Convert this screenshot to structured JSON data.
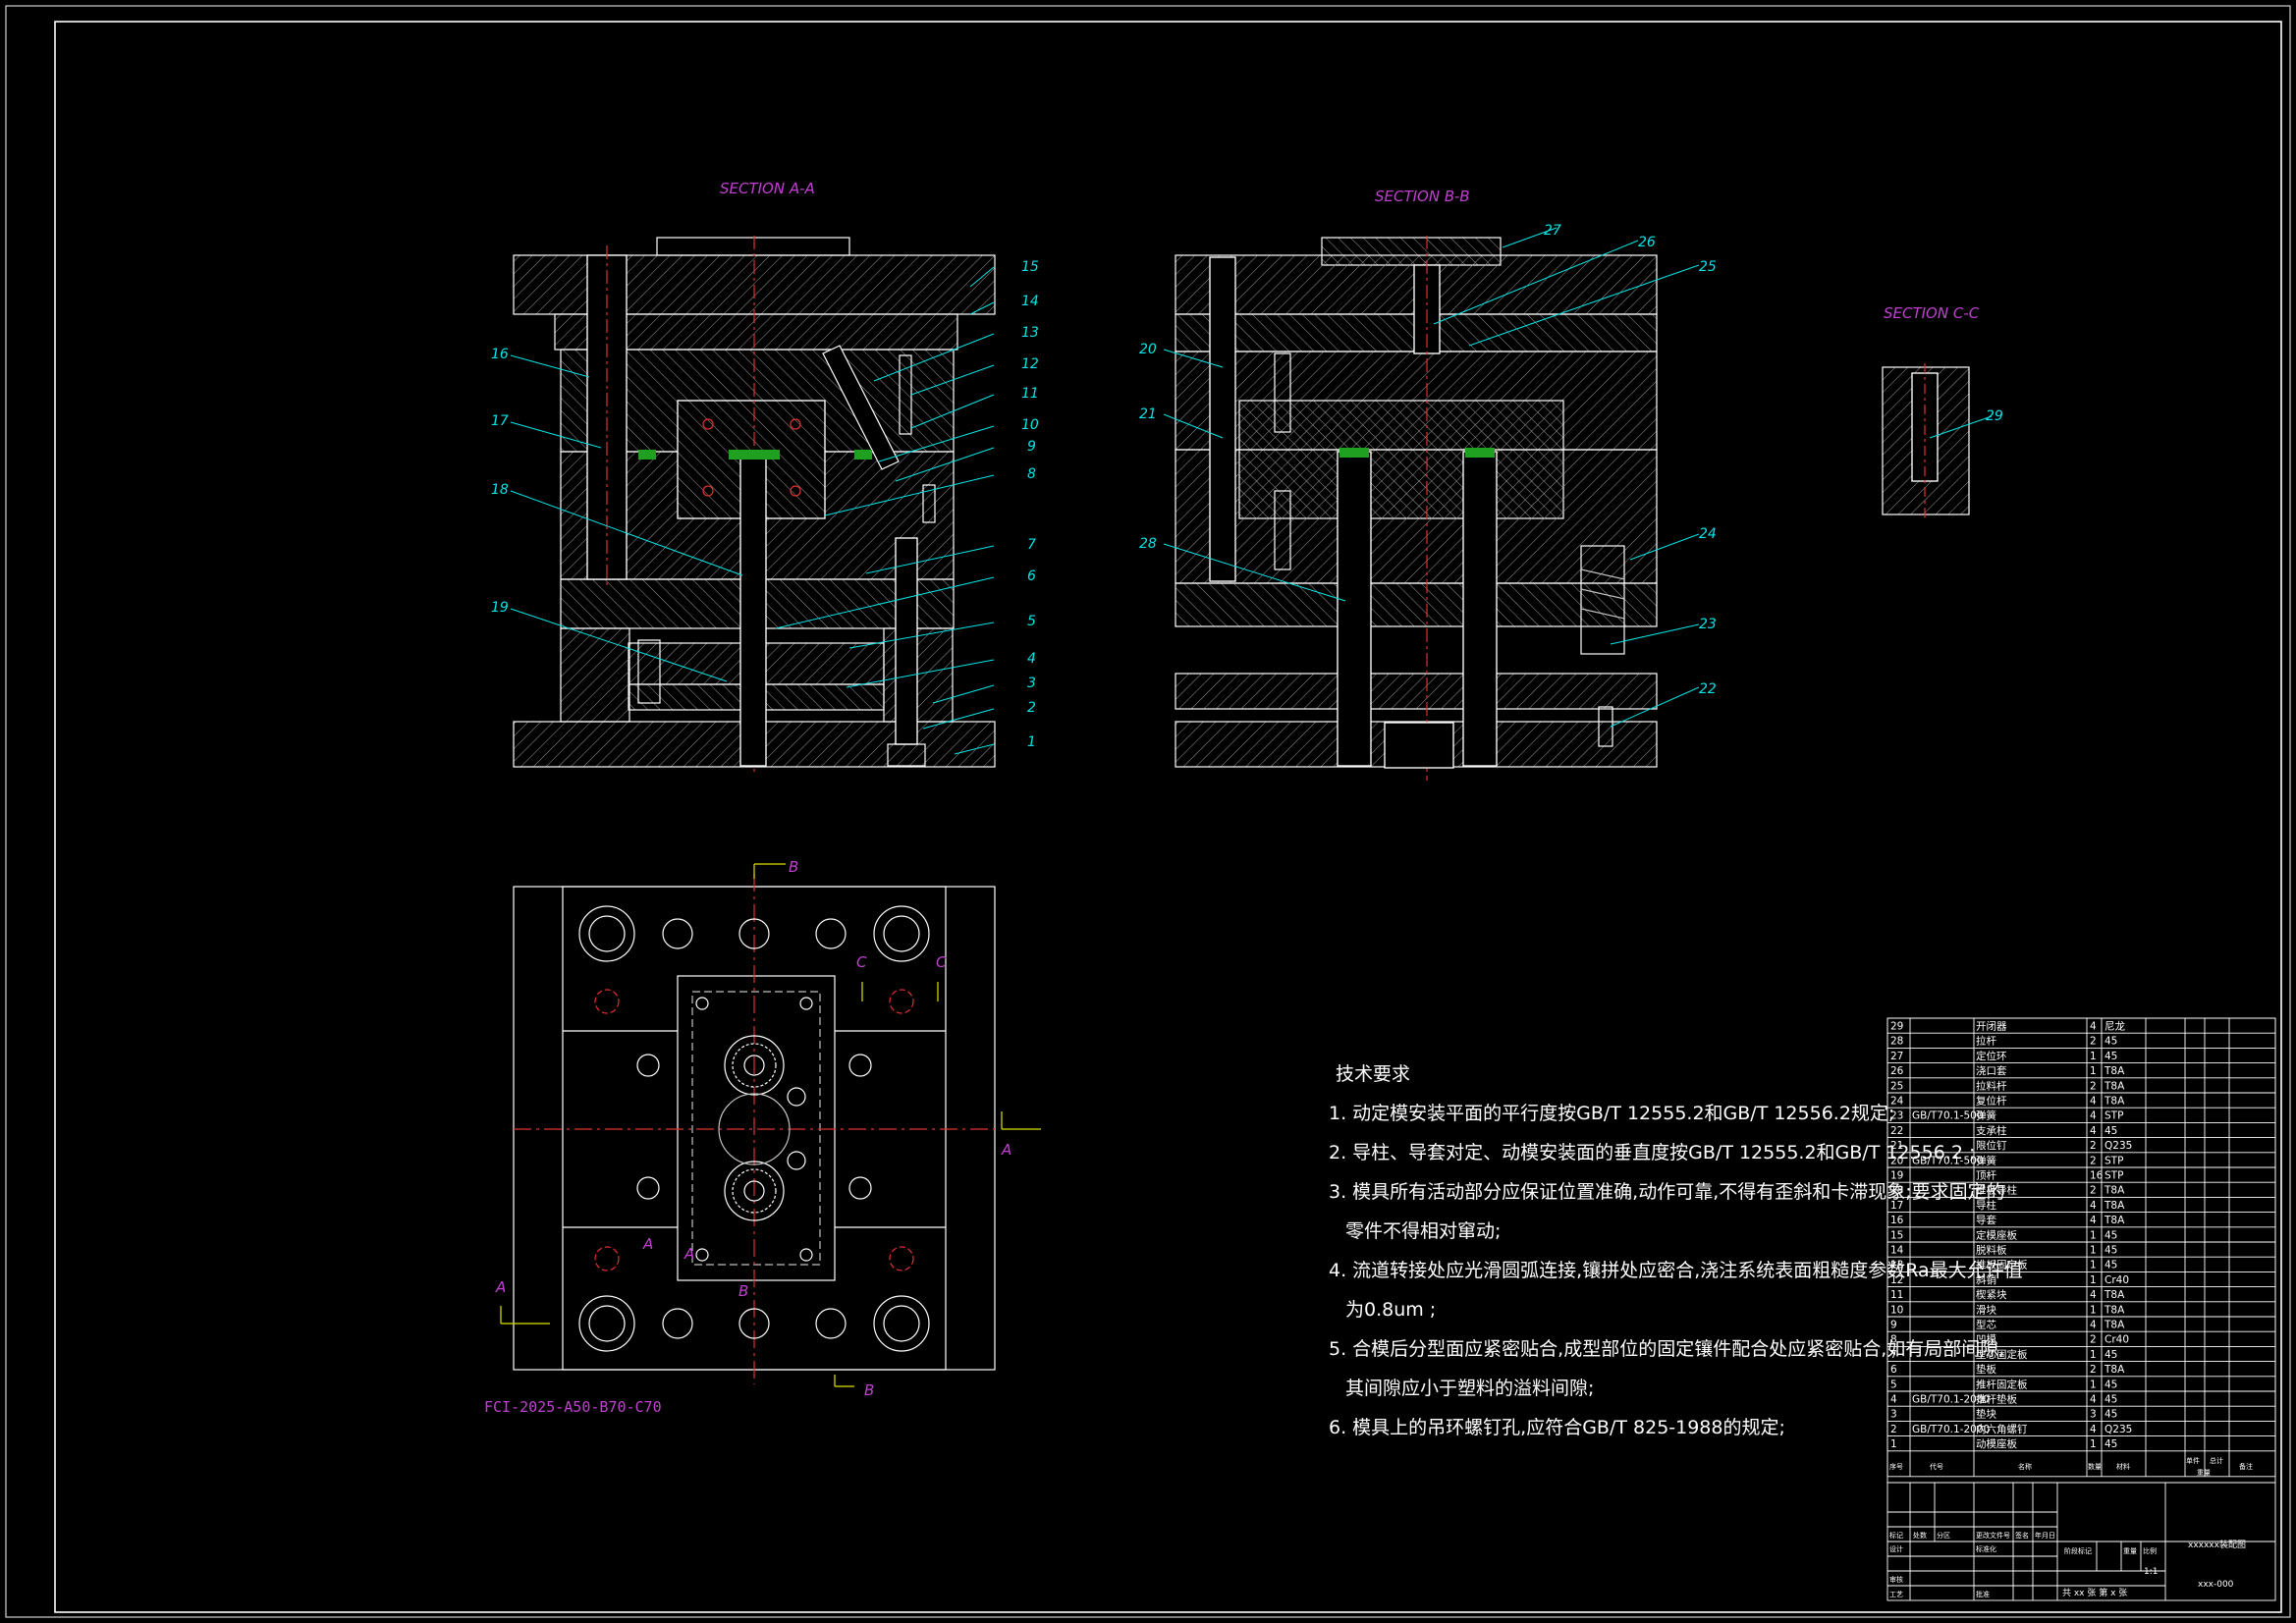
{
  "sections": {
    "aa": "SECTION A-A",
    "bb": "SECTION B-B",
    "cc": "SECTION C-C"
  },
  "spec_code": "FCI-2025-A50-B70-C70",
  "callouts_aa": [
    "1",
    "2",
    "3",
    "4",
    "5",
    "6",
    "7",
    "8",
    "9",
    "10",
    "11",
    "12",
    "13",
    "14",
    "15",
    "16",
    "17",
    "18",
    "19"
  ],
  "callouts_bb": [
    "20",
    "21",
    "22",
    "23",
    "24",
    "25",
    "26",
    "27",
    "28"
  ],
  "callouts_cc": [
    "29"
  ],
  "cut_marks": [
    "A",
    "A",
    "A",
    "A",
    "B",
    "B",
    "B",
    "C",
    "C"
  ],
  "tech_notes": {
    "heading": "技术要求",
    "lines": [
      "1. 动定模安装平面的平行度按GB/T 12555.2和GB/T 12556.2规定;",
      "2. 导柱、导套对定、动模安装面的垂直度按GB/T 12555.2和GB/T 12556.2 ;",
      "3. 模具所有活动部分应保证位置准确,动作可靠,不得有歪斜和卡滞现象;要求固定的",
      "零件不得相对窜动;",
      "4. 流道转接处应光滑圆弧连接,镶拼处应密合,浇注系统表面粗糙度参数Ra最大允许值",
      "为0.8um ;",
      "5. 合模后分型面应紧密贴合,成型部位的固定镶件配合处应紧密贴合,如有局部间隙,",
      "其间隙应小于塑料的溢料间隙;",
      "6. 模具上的吊环螺钉孔,应符合GB/T 825-1988的规定;"
    ]
  },
  "bom": {
    "rows": [
      {
        "no": "29",
        "code": "",
        "name": "开闭器",
        "qty": "4",
        "mat": "尼龙"
      },
      {
        "no": "28",
        "code": "",
        "name": "拉杆",
        "qty": "2",
        "mat": "45"
      },
      {
        "no": "27",
        "code": "",
        "name": "定位环",
        "qty": "1",
        "mat": "45"
      },
      {
        "no": "26",
        "code": "",
        "name": "浇口套",
        "qty": "1",
        "mat": "T8A"
      },
      {
        "no": "25",
        "code": "",
        "name": "拉料杆",
        "qty": "2",
        "mat": "T8A"
      },
      {
        "no": "24",
        "code": "",
        "name": "复位杆",
        "qty": "4",
        "mat": "T8A"
      },
      {
        "no": "23",
        "code": "GB/T70.1-500",
        "name": "弹簧",
        "qty": "4",
        "mat": "STP"
      },
      {
        "no": "22",
        "code": "",
        "name": "支承柱",
        "qty": "4",
        "mat": "45"
      },
      {
        "no": "21",
        "code": "",
        "name": "限位钉",
        "qty": "2",
        "mat": "Q235"
      },
      {
        "no": "20",
        "code": "GB/T70.1-500",
        "name": "弹簧",
        "qty": "2",
        "mat": "STP"
      },
      {
        "no": "19",
        "code": "",
        "name": "顶杆",
        "qty": "16",
        "mat": "STP"
      },
      {
        "no": "18",
        "code": "",
        "name": "推板导柱",
        "qty": "2",
        "mat": "T8A"
      },
      {
        "no": "17",
        "code": "",
        "name": "导柱",
        "qty": "4",
        "mat": "T8A"
      },
      {
        "no": "16",
        "code": "",
        "name": "导套",
        "qty": "4",
        "mat": "T8A"
      },
      {
        "no": "15",
        "code": "",
        "name": "定模座板",
        "qty": "1",
        "mat": "45"
      },
      {
        "no": "14",
        "code": "",
        "name": "脱料板",
        "qty": "1",
        "mat": "45"
      },
      {
        "no": "13",
        "code": "",
        "name": "推板固定板",
        "qty": "1",
        "mat": "45"
      },
      {
        "no": "12",
        "code": "",
        "name": "斜销",
        "qty": "1",
        "mat": "Cr40"
      },
      {
        "no": "11",
        "code": "",
        "name": "楔紧块",
        "qty": "4",
        "mat": "T8A"
      },
      {
        "no": "10",
        "code": "",
        "name": "滑块",
        "qty": "1",
        "mat": "T8A"
      },
      {
        "no": "9",
        "code": "",
        "name": "型芯",
        "qty": "4",
        "mat": "T8A"
      },
      {
        "no": "8",
        "code": "",
        "name": "凹模",
        "qty": "2",
        "mat": "Cr40"
      },
      {
        "no": "7",
        "code": "",
        "name": "型芯固定板",
        "qty": "1",
        "mat": "45"
      },
      {
        "no": "6",
        "code": "",
        "name": "垫板",
        "qty": "2",
        "mat": "T8A"
      },
      {
        "no": "5",
        "code": "",
        "name": "推杆固定板",
        "qty": "1",
        "mat": "45"
      },
      {
        "no": "4",
        "code": "GB/T70.1-2000",
        "name": "推杆垫板",
        "qty": "4",
        "mat": "45"
      },
      {
        "no": "3",
        "code": "",
        "name": "垫块",
        "qty": "3",
        "mat": "45"
      },
      {
        "no": "2",
        "code": "GB/T70.1-2000",
        "name": "内六角螺钉",
        "qty": "4",
        "mat": "Q235"
      },
      {
        "no": "1",
        "code": "",
        "name": "动模座板",
        "qty": "1",
        "mat": "45"
      }
    ],
    "header": {
      "no": "序号",
      "code": "代号",
      "name": "名称",
      "qty": "数量",
      "mat": "材料",
      "weight": "单件",
      "total": "总计",
      "note": "备注"
    },
    "weight_title": "重量"
  },
  "title_block": {
    "drawing_name": "xxxxxx装配图",
    "drawing_no": "xxx-000",
    "scale": "1:1",
    "sheets": "共 xx 张    第 x 张",
    "labels": [
      "标记",
      "处数",
      "分区",
      "更改文件号",
      "签名",
      "年月日",
      "设计",
      "标准化",
      "阶段标记",
      "重量",
      "比例",
      "审核",
      "工艺",
      "批准"
    ]
  },
  "colors": {
    "line": "#ffffff",
    "hatch": "#b0b0b0",
    "center": "#e03030",
    "callout": "#00e5e5",
    "title": "#c040d0",
    "cut": "#e0e000",
    "insert": "#20c020"
  }
}
